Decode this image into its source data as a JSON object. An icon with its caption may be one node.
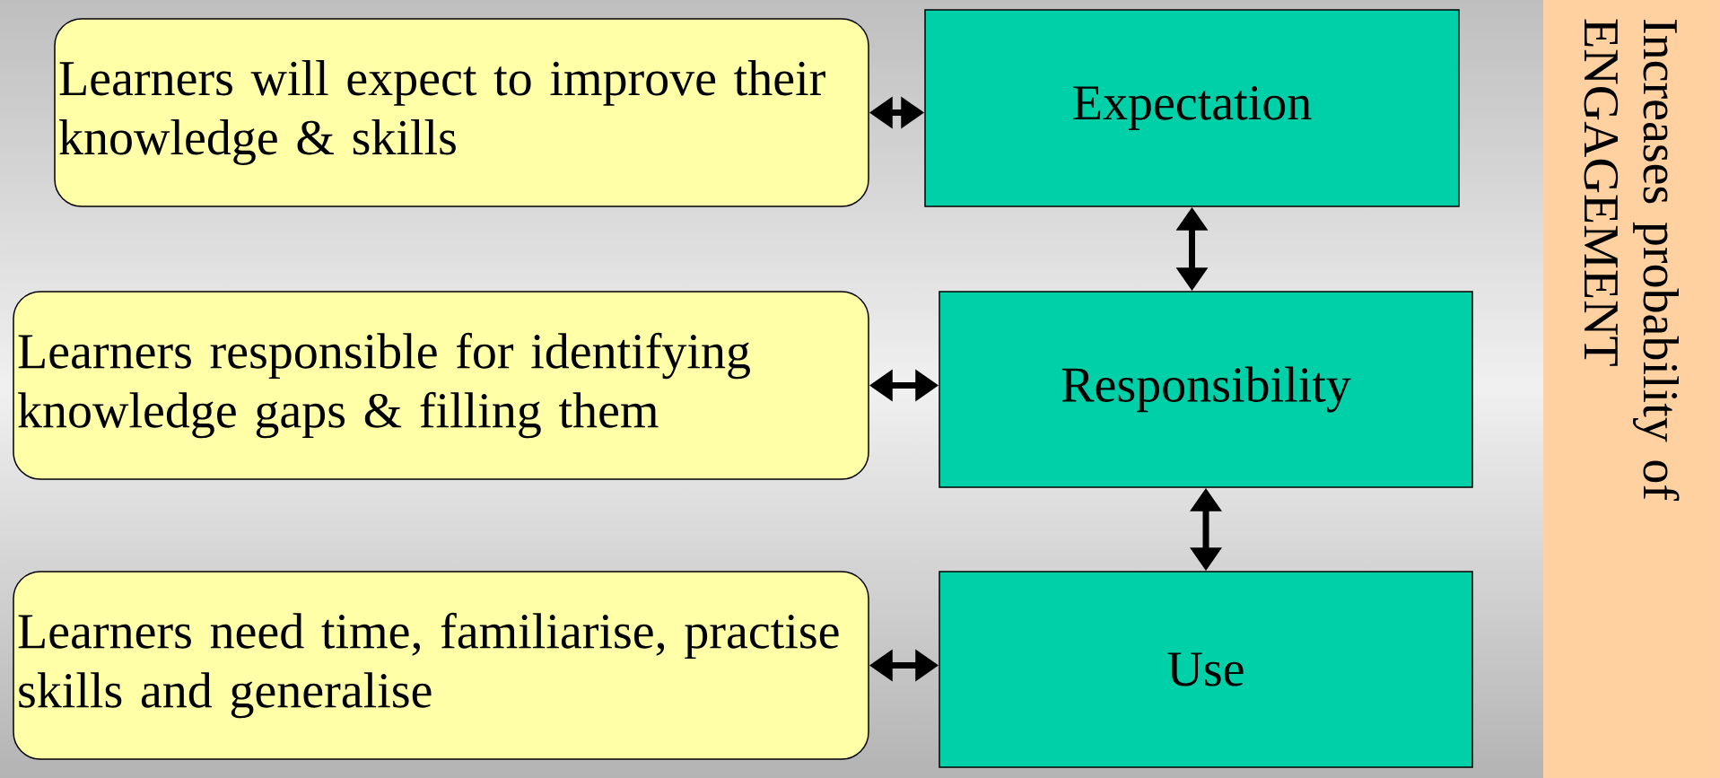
{
  "diagram": {
    "nodes": [
      {
        "text": [
          "Learners will expect to improve their knowledge & skills"
        ]
      },
      {
        "text": [
          "Expectation"
        ]
      },
      {
        "text": [
          "Learners responsible for identifying knowledge gaps & filling them"
        ]
      },
      {
        "text": [
          "Responsibility"
        ]
      },
      {
        "text": [
          "Learners need time, familiarise, practise skills and generalise"
        ]
      },
      {
        "text": [
          "Use"
        ]
      },
      {
        "text": [
          "Increases probability of ENGAGEMENT"
        ]
      }
    ],
    "edges": [
      {
        "from": 0,
        "to": 1,
        "arrow": "both"
      },
      {
        "from": 1,
        "to": 3,
        "arrow": "both"
      },
      {
        "from": 2,
        "to": 3,
        "arrow": "both"
      },
      {
        "from": 3,
        "to": 5,
        "arrow": "both"
      },
      {
        "from": 4,
        "to": 5,
        "arrow": "both"
      }
    ]
  }
}
